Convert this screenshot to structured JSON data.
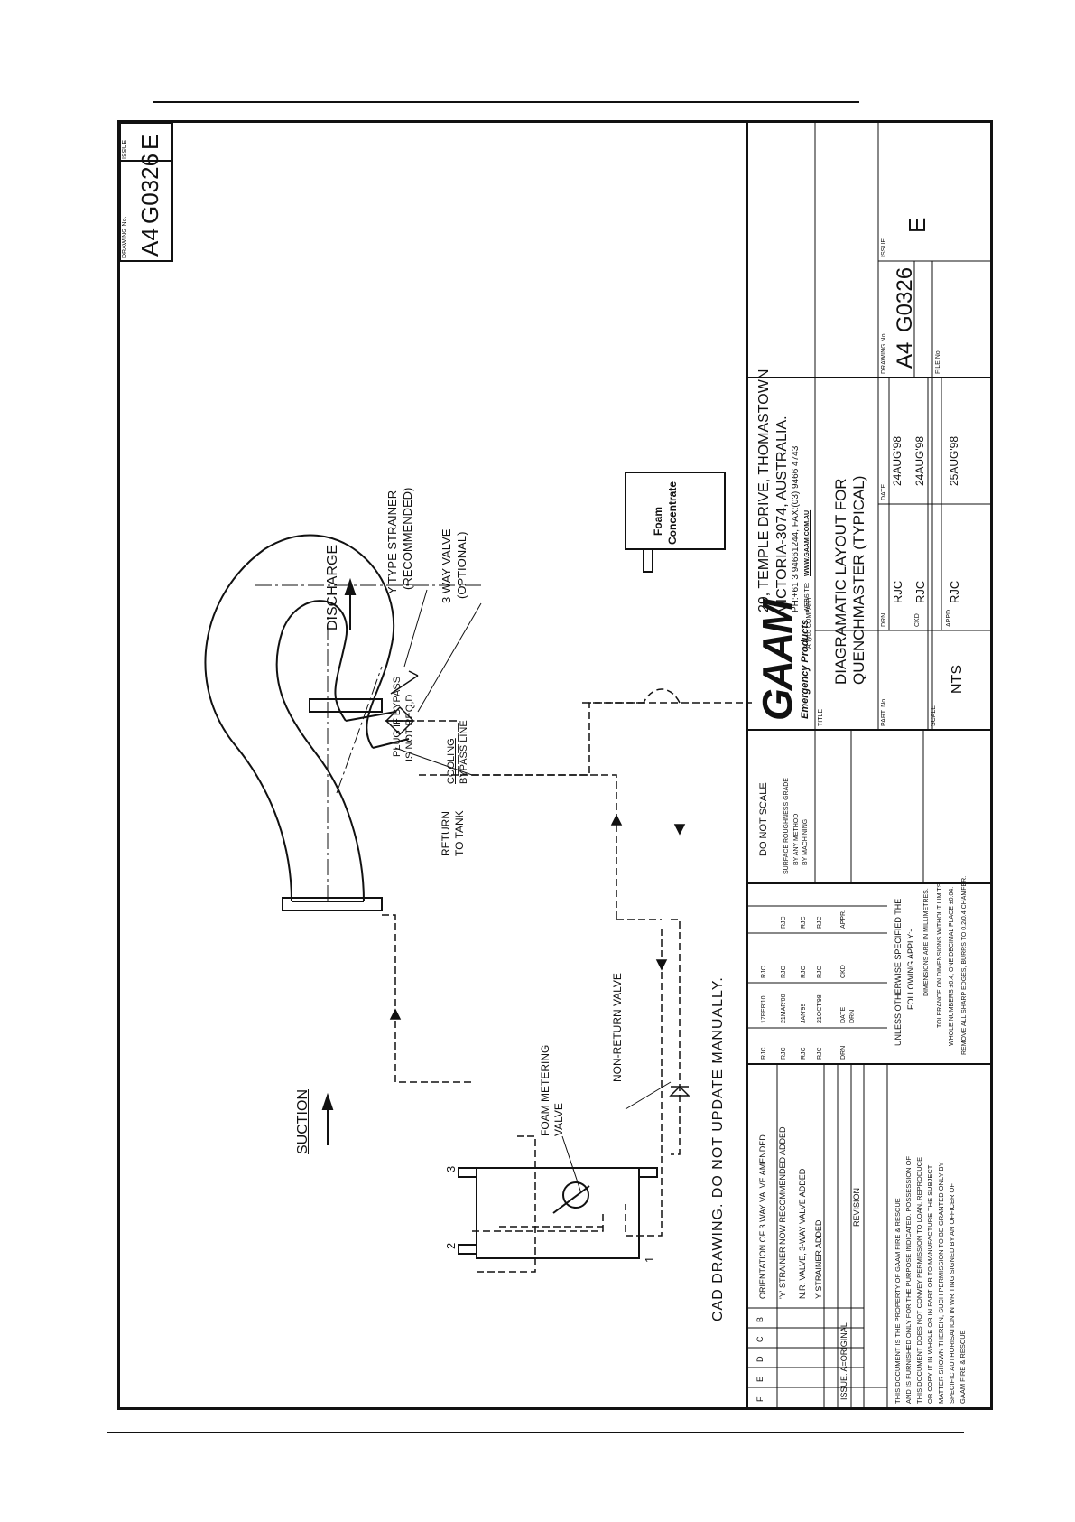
{
  "drawing": {
    "drawing_no_label": "DRAWING No.",
    "size": "A4",
    "number": "G0326",
    "issue_label": "ISSUE",
    "issue": "E"
  },
  "diagram_labels": {
    "discharge": "DISCHARGE",
    "suction": "SUCTION",
    "y_strainer_1": "Y TYPE STRAINER",
    "y_strainer_2": "(RECOMMENDED)",
    "three_way_1": "3 WAY VALVE",
    "three_way_2": "(OPTIONAL)",
    "plug_1": "PLUG IF BYPASS",
    "plug_2": "IS NOT REQ,D",
    "cooling_1": "COOLING",
    "cooling_2": "BYPASS LINE",
    "return_1": "RETURN",
    "return_2": "TO TANK",
    "foam_metering_1": "FOAM METERING",
    "foam_metering_2": "VALVE",
    "non_return": "NON-RETURN VALVE",
    "foam_1": "Foam",
    "foam_2": "Concentrate",
    "port_1": "1",
    "port_2": "2",
    "port_3": "3",
    "cad_notice": "CAD DRAWING.  DO  NOT  UPDATE  MANUALLY."
  },
  "revisions": {
    "rows": [
      {
        "issue": "F",
        "text": "",
        "drn": "",
        "date": "",
        "ckd": "",
        "appr": ""
      },
      {
        "issue": "E",
        "text": "ORIENTATION OF 3 WAY VALVE AMENDED",
        "drn": "RJC",
        "date": "17FEB'10",
        "ckd": "RJC",
        "appr": ""
      },
      {
        "issue": "D",
        "text": "'Y' STRAINER NOW RECOMMENDED ADDED",
        "drn": "RJC",
        "date": "21MAR'00",
        "ckd": "RJC",
        "appr": "RJC"
      },
      {
        "issue": "C",
        "text": "N.R. VALVE, 3-WAY VALVE ADDED",
        "drn": "RJC",
        "date": "JAN'99",
        "ckd": "RJC",
        "appr": "RJC"
      },
      {
        "issue": "B",
        "text": "Y STRAINER ADDED",
        "drn": "RJC",
        "date": "21OCT'98",
        "ckd": "RJC",
        "appr": "RJC"
      }
    ],
    "footer_issue": "ISSUE. A=ORIGINAL",
    "footer_revision": "REVISION",
    "footer_drn": "DRN",
    "footer_date": "DATE",
    "footer_date_drn": "DRN",
    "footer_ckd": "CKD",
    "footer_appr": "APPR."
  },
  "notes": {
    "do_not_scale": "DO  NOT  SCALE",
    "surface_1": "SURFACE ROUGHNESS GRADE",
    "surface_2": "BY ANY METHOD",
    "surface_3": "BY MACHINING",
    "unless_1": "UNLESS OTHERWISE SPECIFIED THE",
    "unless_2": "FOLLOWING APPLY:-",
    "unless_3": "DIMENSIONS ARE IN MILLIMETRES.",
    "unless_4": "TOLERANCE ON DIMENSIONS WITHOUT LIMITS.",
    "unless_5": "WHOLE NUMBERS ±0.4, ONE DECIMAL PLACE ±0.04.",
    "unless_6": "REMOVE ALL SHARP EDGES, BURRS TO 0.2/0.4 CHAMFER.",
    "property": [
      "THIS DOCUMENT IS THE PROPERTY OF GAAM FIRE & RESCUE",
      "AND IS FURNISHED ONLY FOR THE PURPOSE INDICATED. POSSESSION OF",
      "THIS DOCUMENT DOES NOT CONVEY PERMISSION TO LOAN, REPRODUCE",
      "OR COPY IT IN WHOLE OR IN PART OR TO MANUFACTURE THE SUBJECT",
      "MATTER SHOWN THEREIN, SUCH PERMISSION TO BE GRANTED ONLY BY",
      "SPECIFIC AUTHORISATION IN WRITING SIGNED BY AN OFFICER OF",
      "GAAM FIRE & RESCUE"
    ]
  },
  "company": {
    "logo": "GAAM",
    "logo_sub": "Emergency Products",
    "logo_sub2": "A Tyco COMPANY",
    "address_1": "29, TEMPLE DRIVE, THOMASTOWN",
    "address_2": "VICTORIA-3074, AUSTRALIA.",
    "phone": "PH:+61 3 94661244, FAX:(03) 9466 4743",
    "website_label": "WEBSITE:",
    "website": "WWW.GAAM.COM.AU"
  },
  "title_block": {
    "title_label": "TITLE",
    "title_1": "DIAGRAMATIC LAYOUT FOR",
    "title_2": "QUENCHMASTER (TYPICAL)",
    "part_no_label": "PART. No.",
    "scale_label": "SCALE",
    "scale": "NTS",
    "drn_label": "DRN",
    "drn": "RJC",
    "date_label": "DATE",
    "drn_date": "24AUG'98",
    "ckd_label": "CKD",
    "ckd": "RJC",
    "ckd_date": "24AUG'98",
    "appd_label": "APPD",
    "appd": "RJC",
    "appd_date": "25AUG'98",
    "drawing_no_label": "DRAWING No.",
    "size": "A4",
    "number": "G0326",
    "file_no_label": "FILE No.",
    "issue_label": "ISSUE",
    "issue": "E"
  }
}
